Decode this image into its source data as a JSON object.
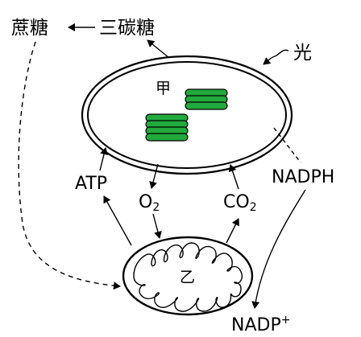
{
  "labels": {
    "sucrose": "蔗糖",
    "triose": "三碳糖",
    "light": "光",
    "organelle_a": "甲",
    "organelle_b": "乙",
    "atp": "ATP",
    "o2_main": "O",
    "o2_sub": "2",
    "co2_main": "CO",
    "co2_sub": "2",
    "nadph": "NADPH",
    "nadp_main": "NADP",
    "nadp_sup": "+"
  },
  "colors": {
    "thylakoid": "#22aa3c",
    "stroke": "#000000",
    "background": "#ffffff"
  }
}
